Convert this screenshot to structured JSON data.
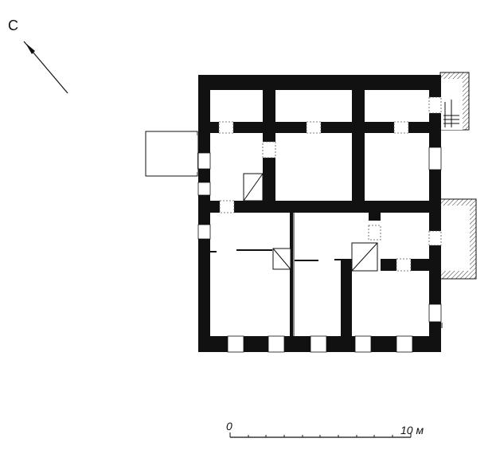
{
  "north_label": "С",
  "scale": {
    "start_label": "0",
    "end_label": "10 м"
  }
}
